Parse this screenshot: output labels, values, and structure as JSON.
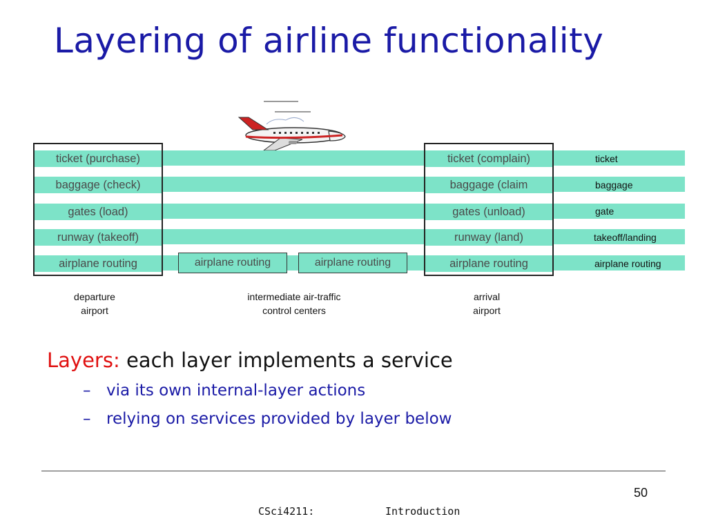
{
  "slide": {
    "title": "Layering of airline functionality",
    "departure": {
      "layers": [
        "ticket (purchase)",
        "baggage (check)",
        "gates (load)",
        "runway (takeoff)",
        "airplane routing"
      ],
      "caption_line1": "departure",
      "caption_line2": "airport"
    },
    "intermediate": {
      "boxes": [
        "airplane routing",
        "airplane routing"
      ],
      "caption_line1": "intermediate air-traffic",
      "caption_line2": "control centers"
    },
    "arrival": {
      "layers": [
        "ticket (complain)",
        "baggage (claim",
        "gates (unload)",
        "runway (land)",
        "airplane routing"
      ],
      "caption_line1": "arrival",
      "caption_line2": "airport"
    },
    "layer_names": [
      "ticket",
      "baggage",
      "gate",
      "takeoff/landing",
      "airplane routing"
    ],
    "bullet": {
      "keyword": "Layers:",
      "text": "each layer implements a service",
      "subs": [
        "via its own internal-layer actions",
        "relying on services provided by layer below"
      ],
      "dash": "–"
    },
    "page_number": "50",
    "footer_left": "CSci4211:",
    "footer_right": "Introduction",
    "colors": {
      "band": "#7de3c8",
      "title": "#1a1aa6",
      "keyword": "#e01010"
    }
  }
}
